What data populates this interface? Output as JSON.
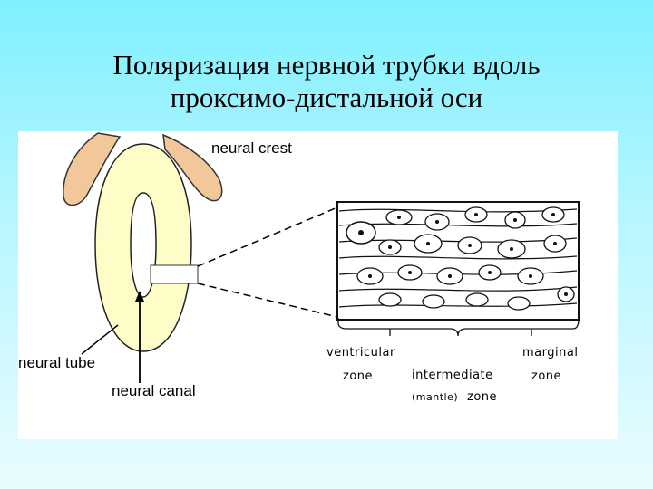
{
  "slide": {
    "title_line1": "Поляризация нервной трубки вдоль",
    "title_line2": "проксимо-дистальной оси"
  },
  "diagram": {
    "labels": {
      "neural_crest": "neural crest",
      "neural_tube": "neural tube",
      "neural_canal": "neural canal",
      "ventricular": "ventricular",
      "ventricular_zone": "zone",
      "intermediate": "intermediate",
      "mantle": "(mantle)",
      "intermediate_zone": "zone",
      "marginal": "marginal",
      "marginal_zone": "zone"
    },
    "colors": {
      "neural_tube_fill": "#fefdc8",
      "neural_crest_fill": "#f2c89a",
      "background": "#7ff0ff"
    }
  }
}
